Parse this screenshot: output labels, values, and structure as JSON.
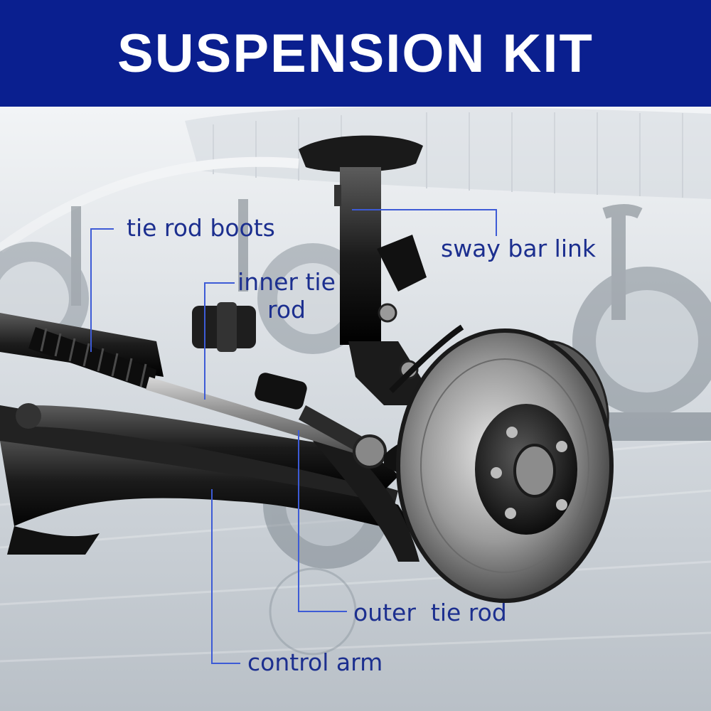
{
  "banner": {
    "title": "SUSPENSION KIT"
  },
  "colors": {
    "banner_bg": "#0a1f8f",
    "banner_text": "#ffffff",
    "label_text": "#1c2f8f",
    "leader_line": "#3d5bd6"
  },
  "labels": {
    "tie_rod_boots": "tie rod boots",
    "inner_tie_rod_line1": "inner tie",
    "inner_tie_rod_line2": "rod",
    "sway_bar_link": "sway bar link",
    "outer_tie_rod": "outer  tie rod",
    "control_arm": "control arm"
  }
}
